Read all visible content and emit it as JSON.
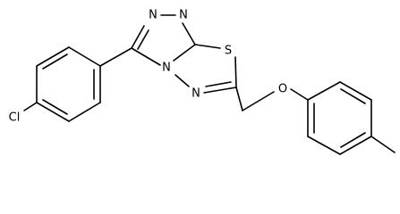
{
  "structure": {
    "atoms": {
      "n1": "N",
      "n2": "N",
      "s": "S",
      "n4": "N",
      "n5": "N",
      "o": "O",
      "cl": "Cl"
    },
    "colors": {
      "ink": "#000000",
      "background": "#ffffff"
    }
  }
}
